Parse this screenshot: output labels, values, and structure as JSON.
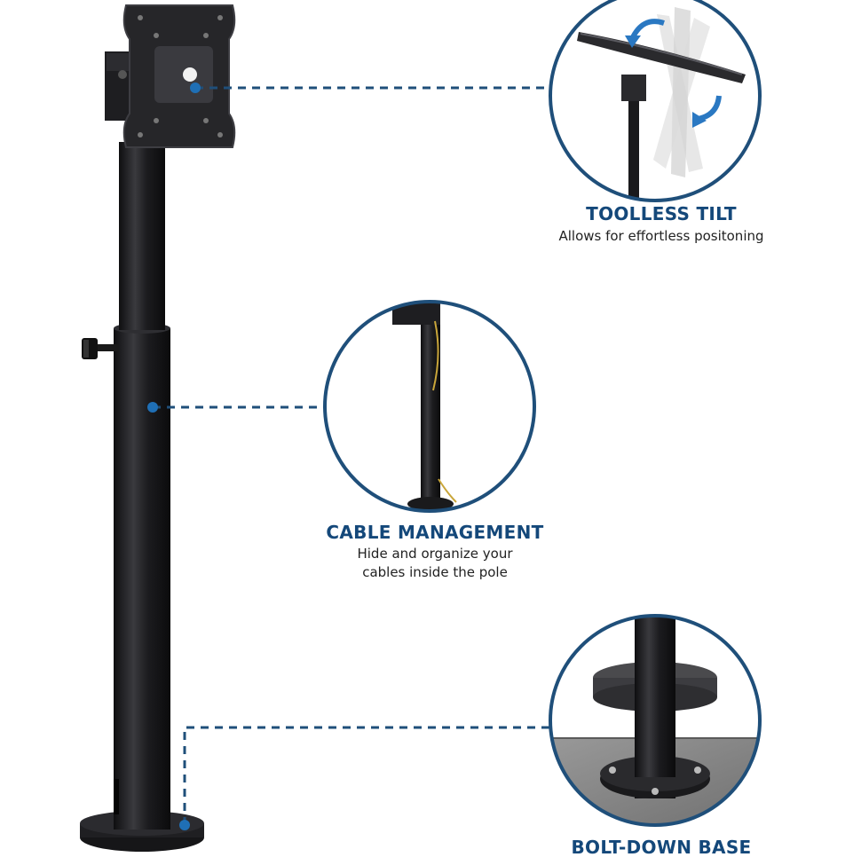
{
  "features": [
    {
      "title": "TOOLLESS TILT",
      "description": "Allows for effortless positoning"
    },
    {
      "title": "CABLE MANAGEMENT",
      "description_lines": [
        "Hide and organize your",
        "cables inside the pole"
      ]
    },
    {
      "title": "BOLT-DOWN BASE"
    }
  ],
  "colors": {
    "accent": "#14487a",
    "pole": "#1b1b1d",
    "dashed_callout": "#1f4f7a",
    "callout_dot": "#1f6fb5",
    "desk": "#8c8c8c"
  },
  "icons": [
    "vesa-plate",
    "tilt-arrows",
    "tension-knob",
    "bolt"
  ]
}
